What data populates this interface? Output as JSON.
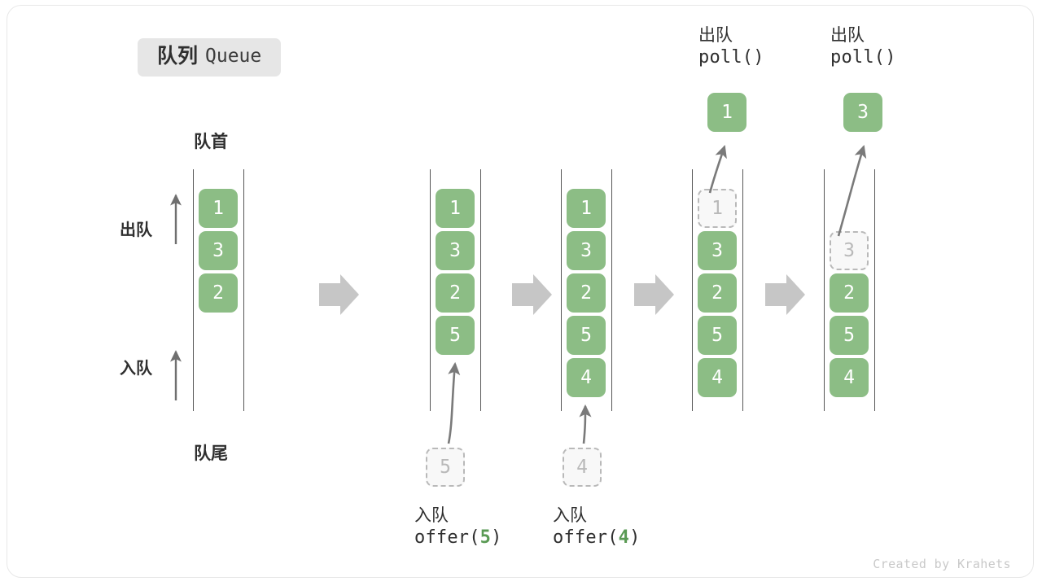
{
  "title": {
    "cn": "队列",
    "en": "Queue"
  },
  "labels": {
    "head": "队首",
    "tail": "队尾",
    "dequeue_side": "出队",
    "enqueue_side": "入队"
  },
  "footer": "Created by Krahets",
  "colors": {
    "cell_fill": "#8cbd85",
    "cell_text": "#ffffff",
    "ghost_border": "#b9b9b9",
    "ghost_fill": "#f8f8f8",
    "ghost_text": "#b9b9b9",
    "rail": "#575757",
    "arrow_gray": "#7a7a7a",
    "step_arrow": "#c6c6c6",
    "badge_bg": "#e6e6e6",
    "text_dark": "#2f2f2f",
    "accent_green": "#5a9a54",
    "footer_text": "#c9c9c9"
  },
  "operations": {
    "offer5": {
      "cn": "入队",
      "fn_open": "offer(",
      "value": "5",
      "fn_close": ")"
    },
    "offer4": {
      "cn": "入队",
      "fn_open": "offer(",
      "value": "4",
      "fn_close": ")"
    },
    "poll1": {
      "cn": "出队",
      "code": "poll()"
    },
    "poll2": {
      "cn": "出队",
      "code": "poll()"
    }
  },
  "stages": [
    {
      "name": "initial",
      "cells": [
        {
          "value": "1",
          "state": "solid"
        },
        {
          "value": "3",
          "state": "solid"
        },
        {
          "value": "2",
          "state": "solid"
        }
      ]
    },
    {
      "name": "after-offer-5",
      "cells": [
        {
          "value": "1",
          "state": "solid"
        },
        {
          "value": "3",
          "state": "solid"
        },
        {
          "value": "2",
          "state": "solid"
        },
        {
          "value": "5",
          "state": "solid"
        }
      ],
      "incoming": {
        "value": "5",
        "state": "ghost"
      }
    },
    {
      "name": "after-offer-4",
      "cells": [
        {
          "value": "1",
          "state": "solid"
        },
        {
          "value": "3",
          "state": "solid"
        },
        {
          "value": "2",
          "state": "solid"
        },
        {
          "value": "5",
          "state": "solid"
        },
        {
          "value": "4",
          "state": "solid"
        }
      ],
      "incoming": {
        "value": "4",
        "state": "ghost"
      }
    },
    {
      "name": "after-poll-1",
      "cells": [
        {
          "value": "1",
          "state": "ghost"
        },
        {
          "value": "3",
          "state": "solid"
        },
        {
          "value": "2",
          "state": "solid"
        },
        {
          "value": "5",
          "state": "solid"
        },
        {
          "value": "4",
          "state": "solid"
        }
      ],
      "popped": {
        "value": "1",
        "state": "solid"
      }
    },
    {
      "name": "after-poll-3",
      "cells": [
        {
          "value": "3",
          "state": "ghost"
        },
        {
          "value": "2",
          "state": "solid"
        },
        {
          "value": "5",
          "state": "solid"
        },
        {
          "value": "4",
          "state": "solid"
        }
      ],
      "popped": {
        "value": "3",
        "state": "solid"
      }
    }
  ]
}
